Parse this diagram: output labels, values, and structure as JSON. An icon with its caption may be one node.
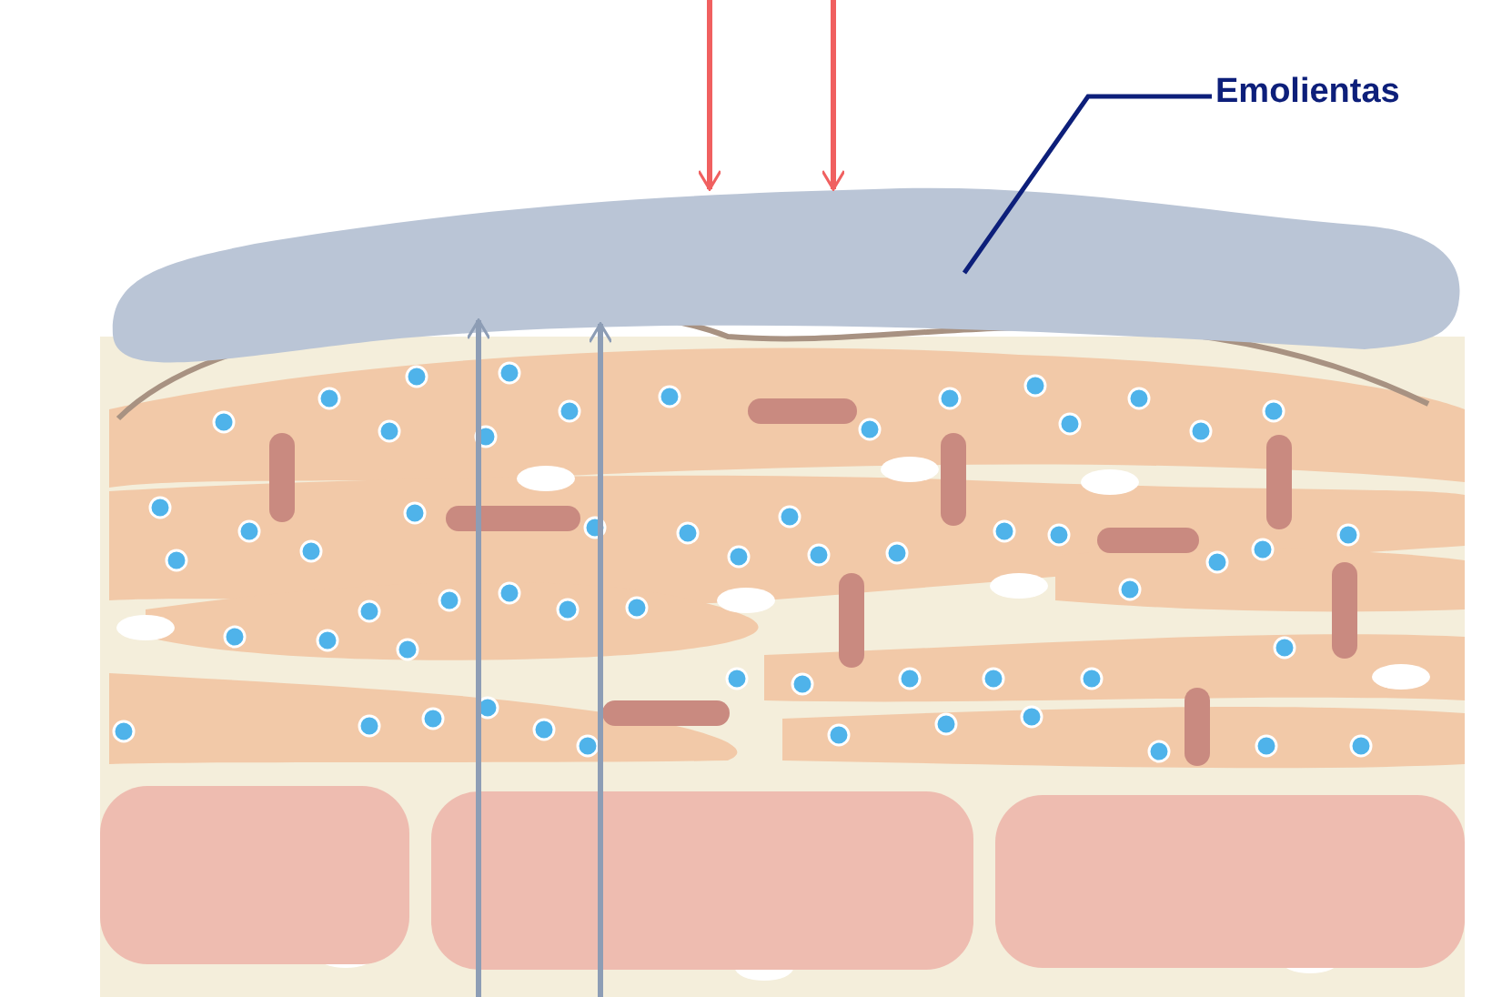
{
  "diagram": {
    "nodes": [
      {
        "text": [
          "Emolientas"
        ]
      },
      {
        "text": [],
        "shape": "band"
      }
    ],
    "edges": [
      {
        "from": 0,
        "to": 1,
        "arrow": "none",
        "color": "#0d1f7a"
      },
      {
        "from": null,
        "to": 1,
        "arrow": "to",
        "color": "#f06060"
      },
      {
        "from": null,
        "to": 1,
        "arrow": "to",
        "color": "#f06060"
      },
      {
        "from": null,
        "to": 1,
        "arrow": "to",
        "color": "#8d9db5"
      },
      {
        "from": null,
        "to": 1,
        "arrow": "to",
        "color": "#8d9db5"
      }
    ]
  }
}
